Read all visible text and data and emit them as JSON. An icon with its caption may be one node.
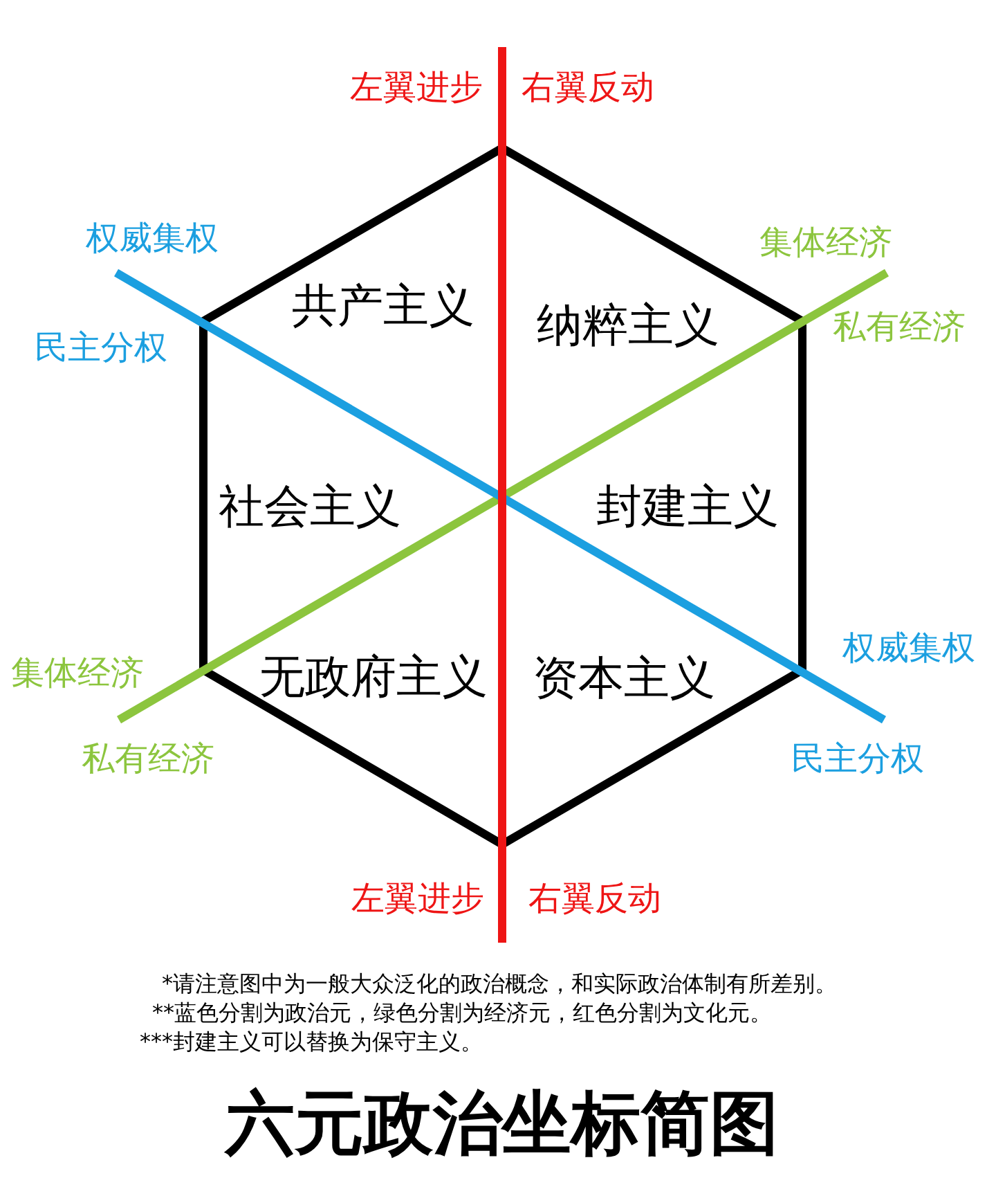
{
  "diagram": {
    "title": "六元政治坐标简图",
    "labels": [
      "左翼进步",
      "右翼反动",
      "权威集权",
      "集体经济",
      "共产主义",
      "纳粹主义",
      "民主分权",
      "私有经济",
      "社会主义",
      "封建主义",
      "集体经济",
      "无政府主义",
      "资本主义",
      "权威集权",
      "私有经济",
      "民主分权",
      "左翼进步",
      "右翼反动",
      "*请注意图中为一般大众泛化的政治概念，和实际政治体制有所差别。",
      "**蓝色分割为政治元，绿色分割为经济元，红色分割为文化元。",
      "***封建主义可以替换为保守主义。"
    ]
  }
}
